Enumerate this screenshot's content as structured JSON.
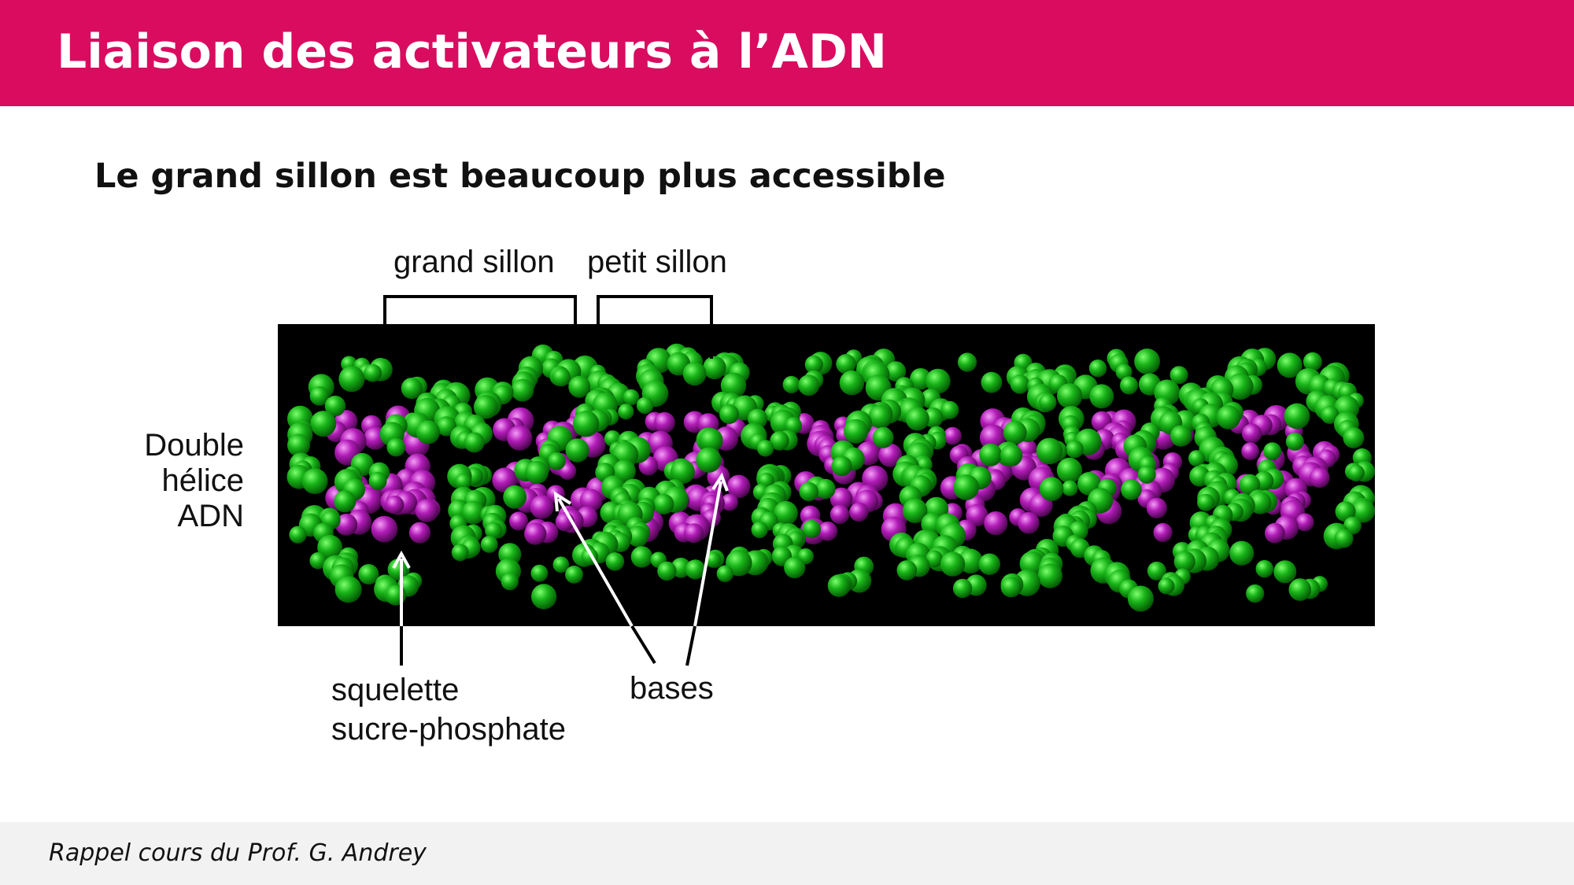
{
  "header": {
    "title": "Liaison des activateurs à l’ADN",
    "color": "#d90c60"
  },
  "subtitle": "Le grand sillon est beaucoup plus accessible",
  "figure": {
    "label_major_groove": "grand sillon",
    "label_minor_groove": "petit sillon",
    "label_double_helix": [
      "Double",
      "hélice",
      "ADN"
    ],
    "label_backbone": [
      "squelette",
      "sucre-phosphate"
    ],
    "label_bases": "bases",
    "backbone_color": "#17a317",
    "bases_color": "#a81aad"
  },
  "footer": {
    "text": "Rappel cours du Prof. G. Andrey"
  }
}
